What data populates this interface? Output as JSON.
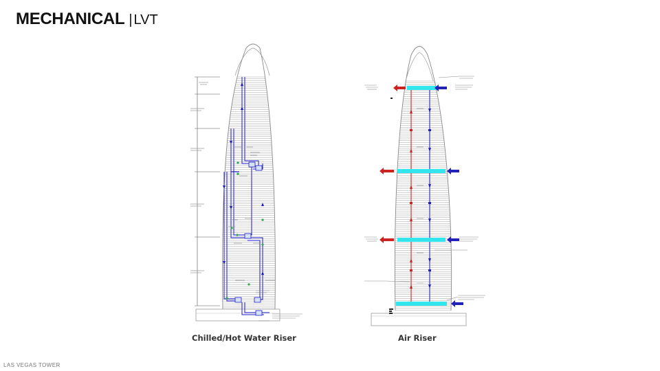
{
  "header": {
    "title": "MECHANICAL",
    "separator": "|",
    "subtitle": "LVT"
  },
  "diagrams": [
    {
      "caption": "Chilled/Hot Water Riser"
    },
    {
      "caption": "Air Riser"
    }
  ],
  "footer": {
    "text": "LAS VEGAS TOWER"
  },
  "colors": {
    "supply_water": "#1a1acc",
    "return_water": "#2a2ad0",
    "supply_air": "#2222bb",
    "exhaust_air": "#cc2222",
    "mechanical_floor": "#33e6ee",
    "outline": "#888888",
    "floor_lines": "#9a9a9a",
    "valve": "#2ea84a"
  }
}
